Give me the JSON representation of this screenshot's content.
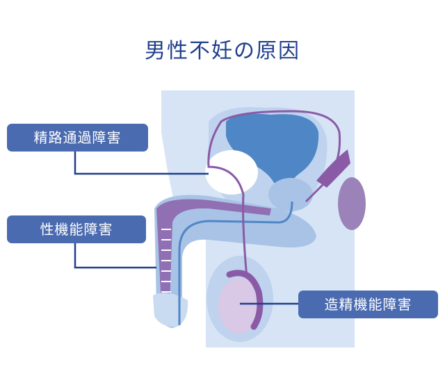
{
  "title": "男性不妊の原因",
  "labels": {
    "sperm_duct_disorder": "精路通過障害",
    "sexual_dysfunction": "性機能障害",
    "spermatogenic_dysfunction": "造精機能障害"
  },
  "colors": {
    "title": "#1f3f8c",
    "label_bg": "#4a6bb0",
    "leader_line": "#1f3f8c",
    "body_light": "#d6e4f5",
    "tissue_mid": "#a9c3e6",
    "bladder": "#4f86c6",
    "duct_purple": "#8a5aa6",
    "testis": "#d9c8e6"
  }
}
